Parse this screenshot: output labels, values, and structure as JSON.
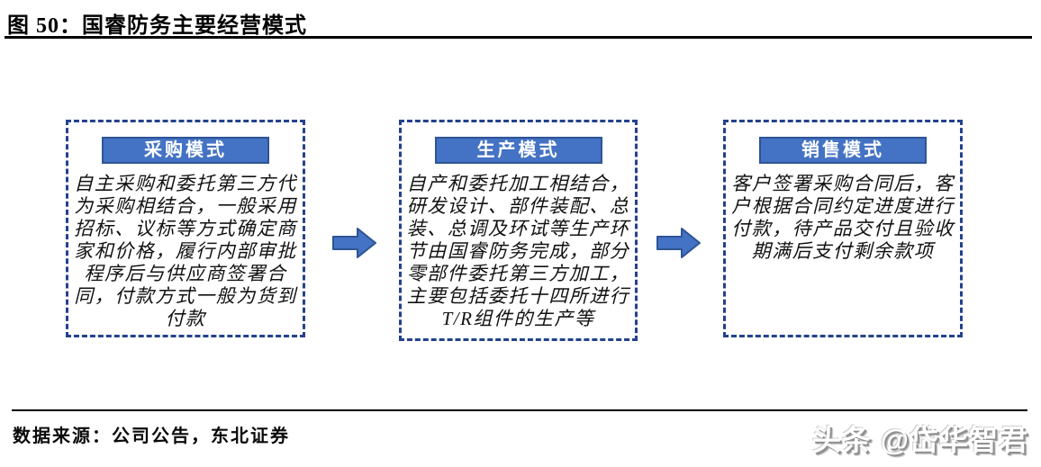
{
  "figure": {
    "title": "图 50：国睿防务主要经营模式",
    "source": "数据来源：公司公告，东北证券",
    "watermark": "头条 @岱华智君"
  },
  "diagram": {
    "boxes": [
      {
        "header": "采购模式",
        "body": "自主采购和委托第三方代为采购相结合，一般采用招标、议标等方式确定商家和价格，履行内部审批程序后与供应商签署合同，付款方式一般为货到付款"
      },
      {
        "header": "生产模式",
        "body": "自产和委托加工相结合，研发设计、部件装配、总装、总调及环试等生产环节由国睿防务完成，部分零部件委托第三方加工，主要包括委托十四所进行T/R组件的生产等"
      },
      {
        "header": "销售模式",
        "body": "客户签署采购合同后，客户根据合同约定进度进行付款，待产品交付且验收期满后支付剩余款项"
      }
    ],
    "colors": {
      "header_fill": "#4472c4",
      "header_border": "#2e5494",
      "arrow_fill": "#4472c4",
      "arrow_border": "#2e5494",
      "box_border": "#24418e"
    }
  }
}
